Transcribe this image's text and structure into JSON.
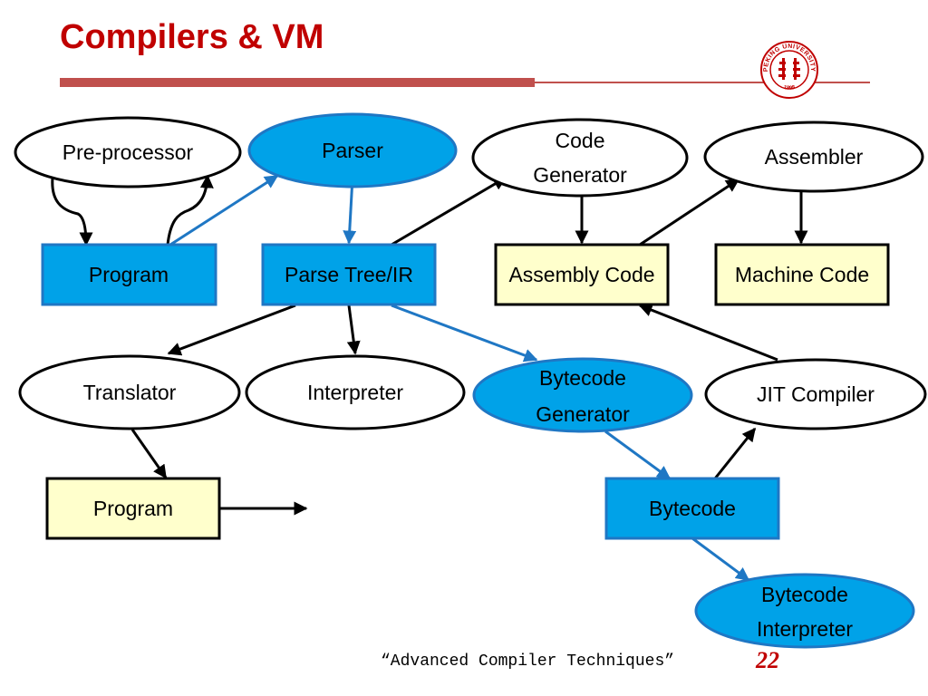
{
  "slide": {
    "title": "Compilers & VM",
    "footer": "“Advanced Compiler Techniques”",
    "page_number": "22",
    "seal_text": "PEKING UNIVERSITY",
    "seal_year": "1898"
  },
  "colors": {
    "title": "#c00000",
    "rule": "#c0504d",
    "blue_fill": "#00a2e8",
    "yellow_fill": "#ffffcc",
    "blue_arrow": "#1f77c4",
    "black_arrow": "#000000"
  },
  "nodes": {
    "preprocessor": "Pre-processor",
    "parser": "Parser",
    "code_generator": [
      "Code",
      "Generator"
    ],
    "assembler": "Assembler",
    "program_source": "Program",
    "parse_tree": "Parse Tree/IR",
    "assembly_code": "Assembly Code",
    "machine_code": "Machine Code",
    "translator": "Translator",
    "interpreter": "Interpreter",
    "bytecode_generator": [
      "Bytecode",
      "Generator"
    ],
    "jit_compiler": "JIT Compiler",
    "program_output": "Program",
    "bytecode": "Bytecode",
    "bytecode_interpreter": [
      "Bytecode",
      "Interpreter"
    ]
  }
}
